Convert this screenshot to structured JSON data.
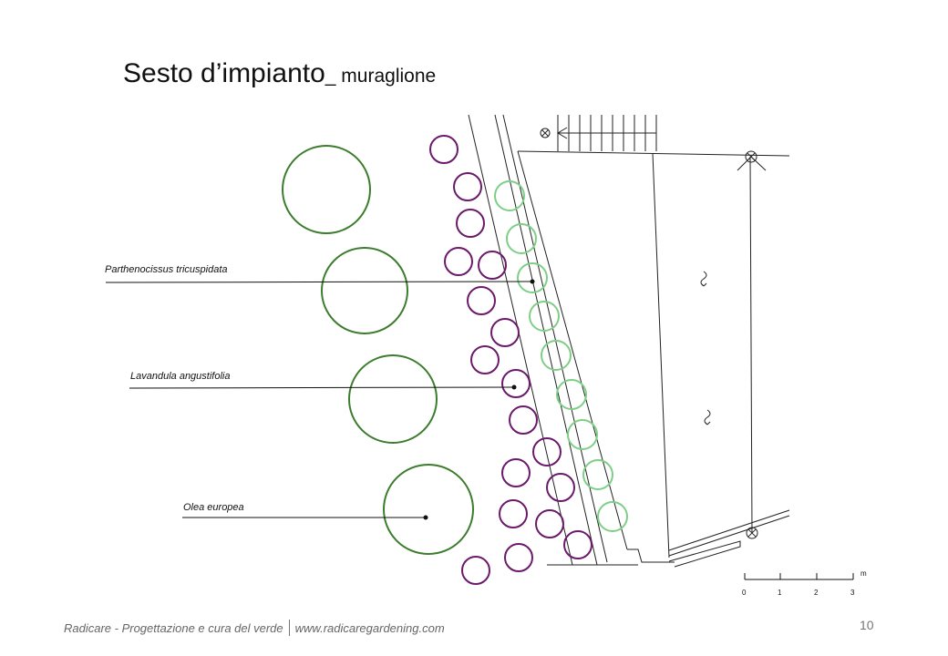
{
  "title": {
    "main": "Sesto d’impianto",
    "subtitle": "_ muraglione"
  },
  "labels": {
    "parthenocissus": "Parthenocissus tricuspidata",
    "lavandula": "Lavandula angustifolia",
    "olea": "Olea europea"
  },
  "scale": {
    "unit": "m",
    "ticks": [
      "0",
      "1",
      "2",
      "3"
    ]
  },
  "footer": {
    "left": "Radicare - Progettazione e cura del verde",
    "right": "www.radicaregardening.com"
  },
  "page_number": "10",
  "colors": {
    "olive_stroke": "#3b7d2c",
    "lavender_stroke": "#6b1a6b",
    "vine_stroke": "#7ecf86",
    "line": "#222222"
  }
}
